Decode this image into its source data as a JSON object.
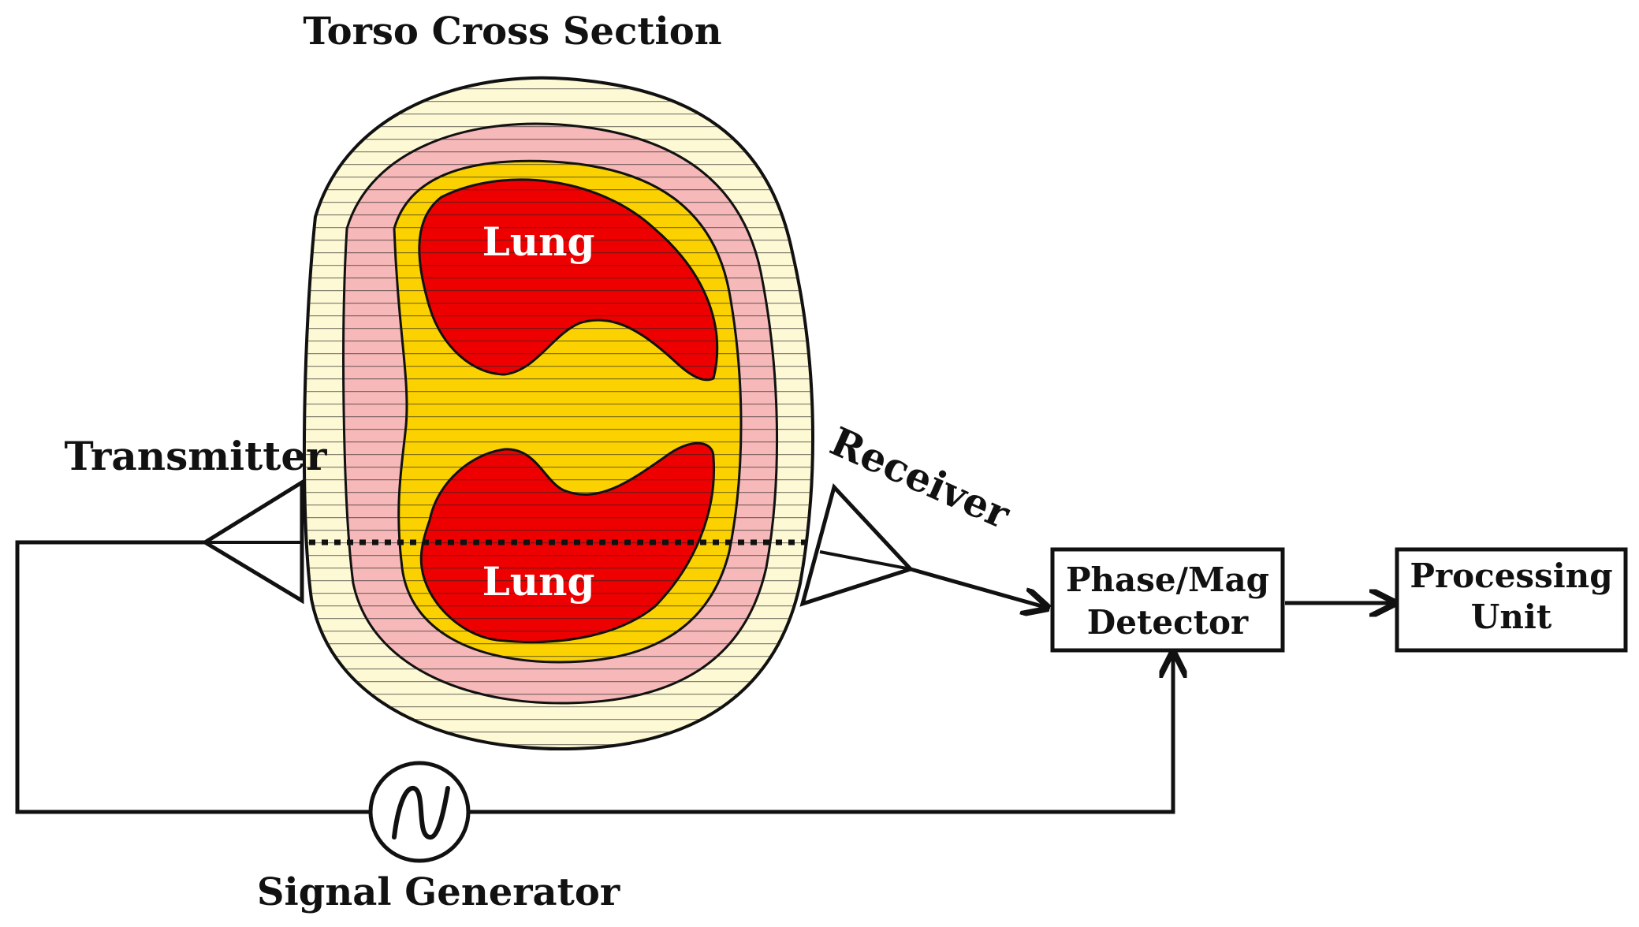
{
  "labels": {
    "title": "Torso Cross Section",
    "transmitter": "Transmitter",
    "receiver": "Receiver",
    "signal_generator": "Signal Generator",
    "lung_upper": "Lung",
    "lung_lower": "Lung"
  },
  "boxes": {
    "detector": {
      "line1": "Phase/Mag",
      "line2": "Detector"
    },
    "processing": {
      "line1": "Processing",
      "line2": "Unit"
    }
  },
  "colors": {
    "fat_layer": "#fdf9d5",
    "muscle_layer": "#f6b8b8",
    "tissue_layer": "#fbd200",
    "lung": "#ef0000",
    "outline": "#111111"
  },
  "icons": {
    "signal_generator": "sine-wave-source-icon",
    "transmitter": "antenna-horn-icon",
    "receiver": "antenna-horn-icon"
  }
}
